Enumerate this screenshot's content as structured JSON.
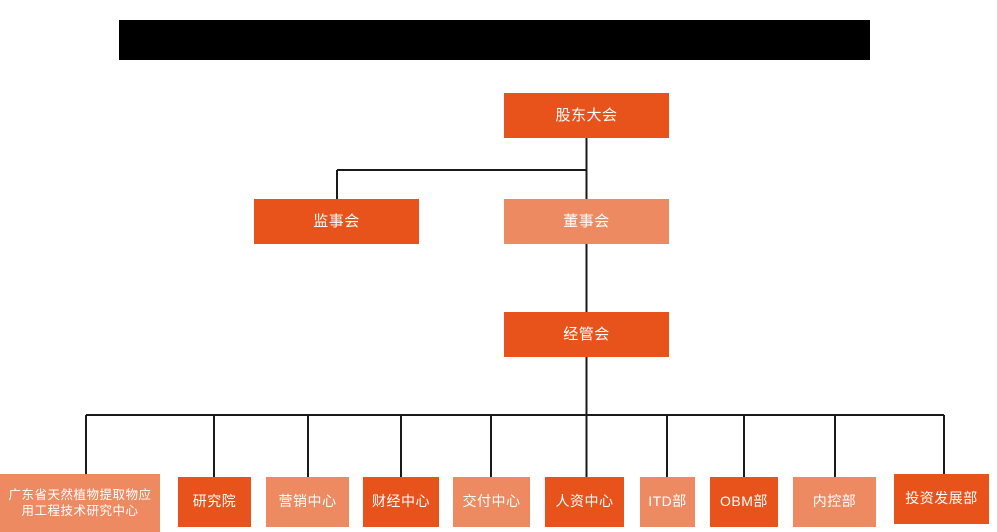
{
  "diagram": {
    "title_bar": {
      "name": "redacted-title-bar",
      "text": "",
      "color": "#000000"
    },
    "colors": {
      "background": "#ffffff",
      "node_dark": "#E8531C",
      "node_light": "#EE8A62",
      "connector": "#1a1a1a",
      "node_text": "#ffffff"
    },
    "levels": [
      {
        "level": 1,
        "nodes": [
          {
            "id": "shareholders",
            "label": "股东大会",
            "tone": "dark"
          }
        ]
      },
      {
        "level": 2,
        "nodes": [
          {
            "id": "supervisory",
            "label": "监事会",
            "tone": "dark"
          },
          {
            "id": "board",
            "label": "董事会",
            "tone": "light"
          }
        ]
      },
      {
        "level": 3,
        "nodes": [
          {
            "id": "management",
            "label": "经管会",
            "tone": "dark"
          }
        ]
      },
      {
        "level": 4,
        "nodes": [
          {
            "id": "dept-0",
            "label": "广东省天然植物提取物应\n用工程技术研究中心",
            "tone": "light"
          },
          {
            "id": "dept-1",
            "label": "研究院",
            "tone": "dark"
          },
          {
            "id": "dept-2",
            "label": "营销中心",
            "tone": "light"
          },
          {
            "id": "dept-3",
            "label": "财经中心",
            "tone": "dark"
          },
          {
            "id": "dept-4",
            "label": "交付中心",
            "tone": "light"
          },
          {
            "id": "dept-5",
            "label": "人资中心",
            "tone": "dark"
          },
          {
            "id": "dept-6",
            "label": "ITD部",
            "tone": "light"
          },
          {
            "id": "dept-7",
            "label": "OBM部",
            "tone": "dark"
          },
          {
            "id": "dept-8",
            "label": "内控部",
            "tone": "light"
          },
          {
            "id": "dept-9",
            "label": "投资发展部",
            "tone": "dark"
          }
        ]
      }
    ],
    "edges": [
      {
        "from": "shareholders",
        "to": "supervisory"
      },
      {
        "from": "shareholders",
        "to": "board"
      },
      {
        "from": "board",
        "to": "management"
      },
      {
        "from": "management",
        "to": "dept-0"
      },
      {
        "from": "management",
        "to": "dept-1"
      },
      {
        "from": "management",
        "to": "dept-2"
      },
      {
        "from": "management",
        "to": "dept-3"
      },
      {
        "from": "management",
        "to": "dept-4"
      },
      {
        "from": "management",
        "to": "dept-5"
      },
      {
        "from": "management",
        "to": "dept-6"
      },
      {
        "from": "management",
        "to": "dept-7"
      },
      {
        "from": "management",
        "to": "dept-8"
      },
      {
        "from": "management",
        "to": "dept-9"
      }
    ]
  }
}
